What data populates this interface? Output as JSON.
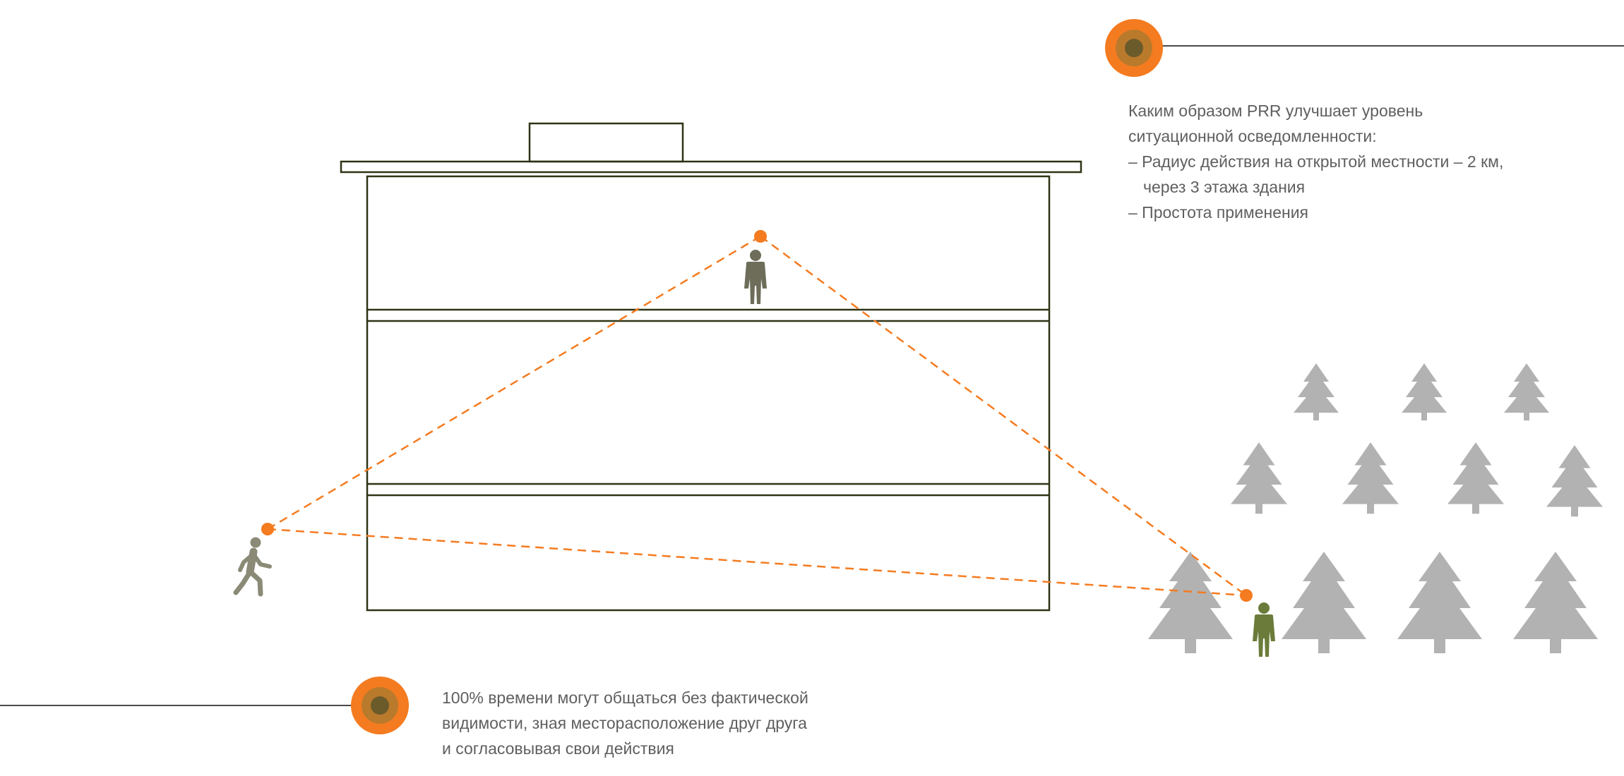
{
  "colors": {
    "accent_orange": "#f47b20",
    "marker_mid": "#b97a2c",
    "marker_core": "#6b5a2a",
    "building_stroke": "#2e3414",
    "tree_gray": "#b2b2b2",
    "person_dark": "#6d6d5a",
    "person_green": "#6b7c3a",
    "text_gray": "#5f5f5f",
    "line_gray": "#4a4a4a"
  },
  "top_callout": {
    "lines": [
      "Каким образом PRR улучшает уровень",
      "ситуационной осведомленности:",
      "– Радиус действия на открытой местности – 2 км,",
      "через 3 этажа здания",
      "– Простота применения"
    ]
  },
  "bottom_callout": {
    "lines": [
      "100% времени могут общаться без фактической",
      "видимости, зная месторасположение друг друга",
      "и согласовывая свои действия"
    ]
  },
  "icons": {
    "marker": "target-marker-icon",
    "tree": "pine-tree-icon",
    "walking_person": "walking-person-icon",
    "standing_person": "standing-person-icon",
    "radio_node": "radio-node-icon"
  }
}
